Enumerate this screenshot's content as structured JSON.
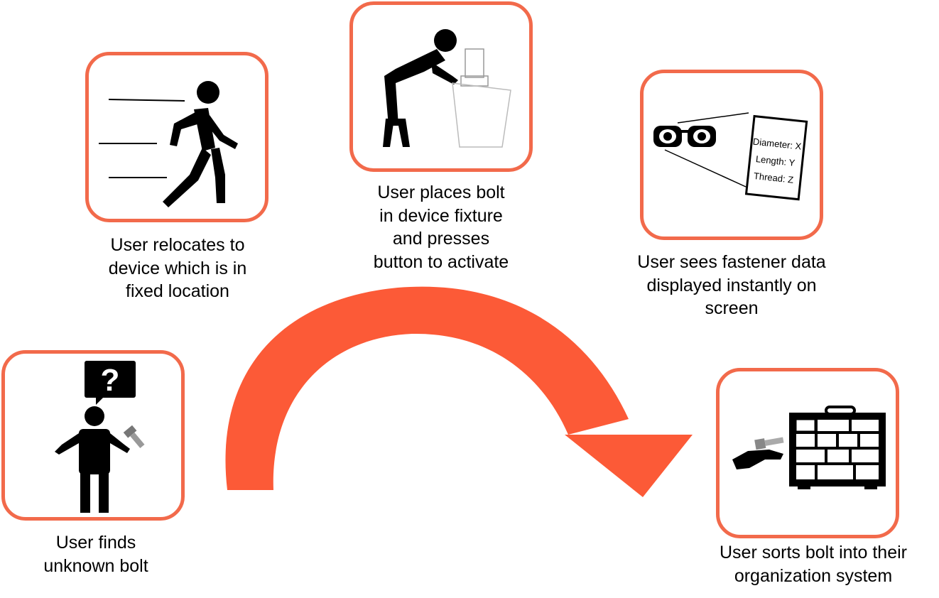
{
  "colors": {
    "accent": "#f26a4b",
    "arrow": "#fc5a37",
    "ink": "#000000"
  },
  "steps": [
    {
      "caption": "User finds\nunknown bolt",
      "icon": "confused-person-with-bolt-icon"
    },
    {
      "caption": "User relocates to\ndevice which is in\nfixed location",
      "icon": "walking-person-icon"
    },
    {
      "caption": "User places bolt\nin device fixture\nand presses\nbutton to activate",
      "icon": "person-using-device-icon"
    },
    {
      "caption": "User sees fastener data\ndisplayed instantly on\nscreen",
      "icon": "glasses-viewing-screen-icon"
    },
    {
      "caption": "User sorts bolt into their\norganization system",
      "icon": "hand-bolt-organizer-icon"
    }
  ],
  "screen_readout": {
    "line1": "Diameter: X",
    "line2": "Length: Y",
    "line3": "Thread: Z"
  },
  "question_mark": "?"
}
